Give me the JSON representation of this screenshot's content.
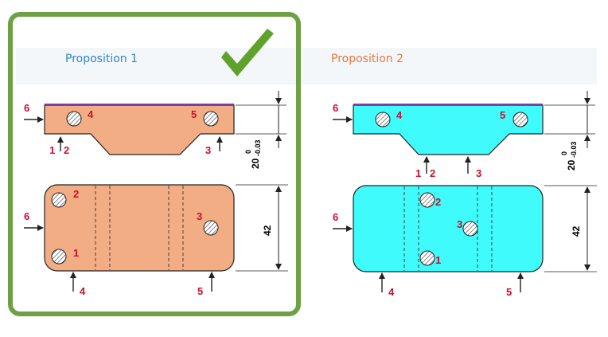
{
  "proposition1": {
    "title": "Proposition 1",
    "selected": true,
    "fill_color": "#f2ad84",
    "frame_color": "#6ea044",
    "check_color": "#5ea22c",
    "title_color": "#2e86c8",
    "labels": {
      "side_6": "6",
      "hole_4": "4",
      "hole_5": "5",
      "support_1": "1",
      "support_2": "2",
      "support_3": "3",
      "top_6": "6",
      "top_hole_2": "2",
      "top_hole_3": "3",
      "top_hole_1": "1",
      "support_4": "4",
      "support_5": "5"
    },
    "dims": {
      "height_value": "20",
      "height_tol_upper": "0",
      "height_tol_lower": "-0.03",
      "width_value": "42"
    }
  },
  "proposition2": {
    "title": "Proposition 2",
    "selected": false,
    "fill_color": "#3ffbfb",
    "title_color": "#e27a3c",
    "labels": {
      "side_6": "6",
      "hole_4": "4",
      "hole_5": "5",
      "support_1": "1",
      "support_2": "2",
      "support_3": "3",
      "top_6": "6",
      "top_hole_2": "2",
      "top_hole_3": "3",
      "top_hole_1": "1",
      "support_4": "4",
      "support_5": "5"
    },
    "dims": {
      "height_value": "20",
      "height_tol_upper": "0",
      "height_tol_lower": "-0.03",
      "width_value": "42"
    }
  },
  "colors": {
    "label_red": "#c8102e",
    "outline": "#222222",
    "purple_edge": "#7a3fa0"
  }
}
